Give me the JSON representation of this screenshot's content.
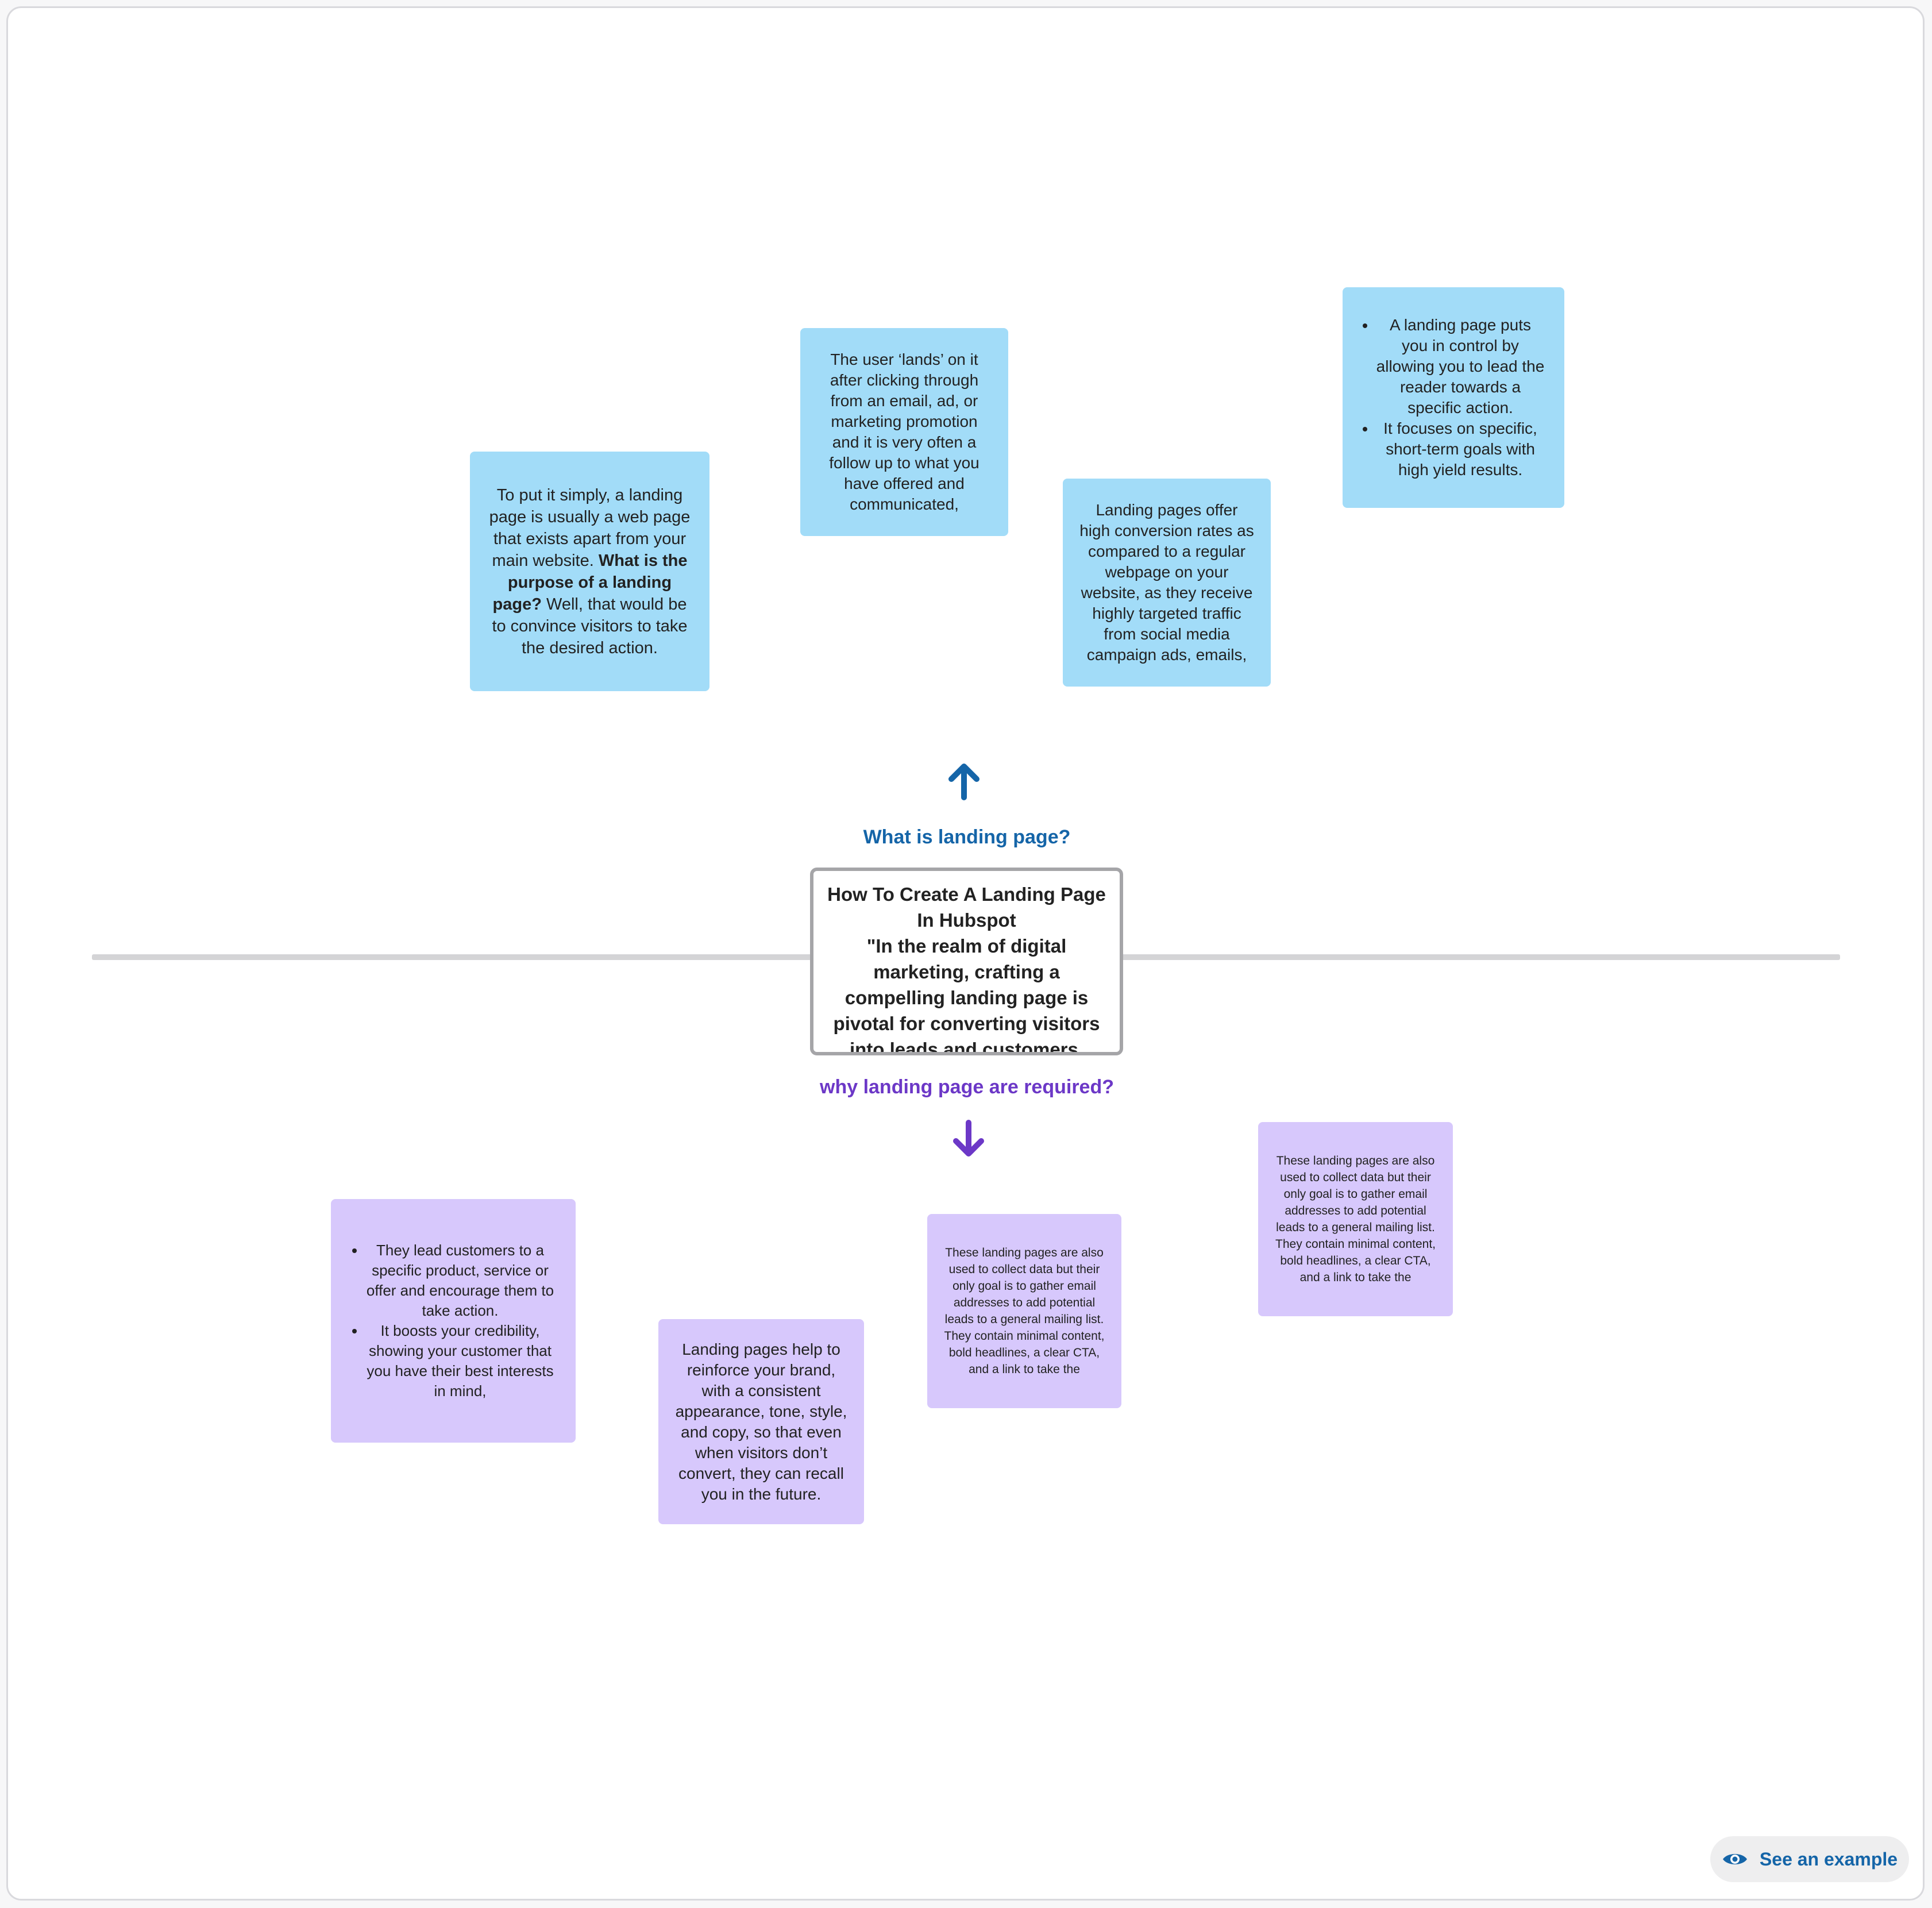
{
  "board": {
    "central_node": {
      "title": "How To Create A Landing Page In Hubspot",
      "text": "\"In the realm of digital marketing, crafting a compelling landing page is pivotal for converting visitors into leads and customers."
    },
    "top_branch": {
      "label": "What is landing page?",
      "icon": "arrow-up-icon",
      "color": "#1565a8"
    },
    "bottom_branch": {
      "label": "why landing page are required?",
      "icon": "arrow-down-icon",
      "color": "#6c38c7"
    },
    "blue_notes": {
      "note1": {
        "intro": "To put it simply, a landing page is usually a web page that exists apart from your main website.",
        "bold": "What is the purpose of a landing page?",
        "rest": " Well, that would be to convince visitors to take the desired action."
      },
      "note2": "The user ‘lands’ on it after clicking through from an email, ad, or marketing promotion and it is very often a follow up to what you have offered and communicated,",
      "note3": "Landing pages offer high conversion rates as compared to a regular webpage on your website, as they receive highly targeted traffic from social media campaign ads, emails,",
      "note4": [
        "A landing page puts you in control by allowing you to lead the reader towards a specific action.",
        "It focuses on specific, short-term goals with high yield results."
      ]
    },
    "purple_notes": {
      "note1": [
        "They lead customers to a specific product, service or offer and encourage them to take action.",
        "It boosts your credibility, showing your customer that you have their best interests in mind,"
      ],
      "note2": "Landing pages help to reinforce your brand, with a consistent appearance, tone, style, and copy, so that even when visitors don’t convert, they can recall you in the future.",
      "note3": "These landing pages are also used to collect data but their only goal is to gather email addresses to add potential leads to a general mailing list. They contain minimal content, bold headlines, a clear CTA, and a link to take the",
      "note4": "These landing pages are also used to collect data but their only goal is to gather email addresses to add potential leads to a general mailing list. They contain minimal content, bold headlines, a clear CTA, and a link to take the"
    },
    "colors": {
      "blue_note": "#a2dcf8",
      "purple_note": "#d7c8fc",
      "divider": "#d4d4d6"
    }
  },
  "see_example": {
    "label": "See an example",
    "icon": "eye-icon"
  }
}
